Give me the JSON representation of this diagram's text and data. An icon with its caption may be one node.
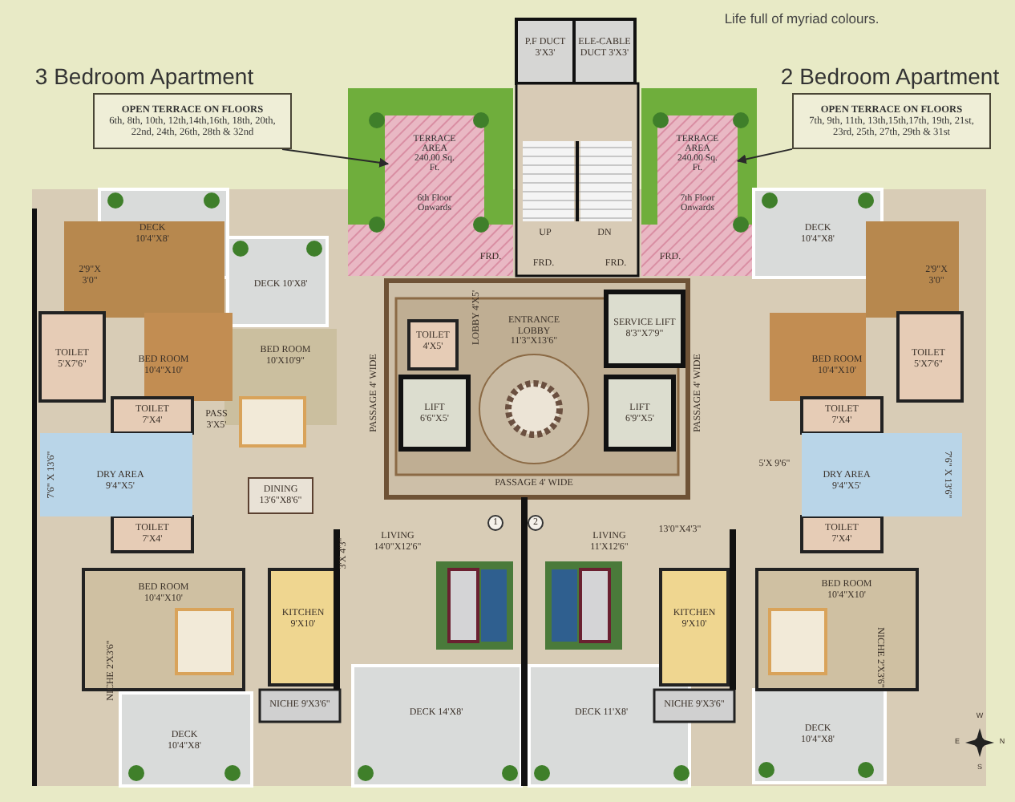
{
  "diagram": {
    "nodes": [
      {
        "text": [
          "OPEN TERRACE ON FLOORS",
          "6th, 8th, 10th, 12th,14th,16th, 18th, 20th, 22nd, 24th, 26th, 28th & 32nd"
        ]
      },
      {
        "text": [
          "TERRACE AREA 240.00 Sq. Ft.",
          "6th Floor Onwards"
        ]
      },
      {
        "text": [
          "TERRACE AREA 240.00 Sq. Ft.",
          "7th Floor Onwards"
        ]
      },
      {
        "text": [
          "OPEN TERRACE ON FLOORS",
          "7th, 9th, 11th, 13th,15th,17th, 19th, 21st, 23rd, 25th, 27th, 29th & 31st"
        ]
      }
    ],
    "edges": [
      {
        "from": 0,
        "to": 1,
        "arrow": "to"
      },
      {
        "from": 3,
        "to": 2,
        "arrow": "to"
      }
    ],
    "labels": [
      "Life full of myriad colours.",
      "3 Bedroom Apartment",
      "2 Bedroom Apartment",
      "P.F DUCT 3'X3'",
      "ELE-CABLE DUCT 3'X3'",
      "UP",
      "DN",
      "FRD.",
      "FRD.",
      "FRD.",
      "FRD.",
      "DECK 10'4\"X8'",
      "DECK 10'4\"X8'",
      "2'9\"X 3'0\"",
      "DECK 10'X8'",
      "2'9\"X 3'0\"",
      "TOILET 5'X7'6\"",
      "BED ROOM 10'4\"X10'",
      "BED ROOM 10'X10'9\"",
      "TOILET 4'X5'",
      "LOBBY 4'X5'",
      "ENTRANCE LOBBY 11'3\"X13'6\"",
      "SERVICE LIFT 8'3\"X7'9\"",
      "BED ROOM 10'4\"X10'",
      "TOILET 5'X7'6\"",
      "TOILET 7'X4'",
      "PASS 3'X5'",
      "PASSAGE 4' WIDE",
      "LIFT 6'6\"X5'",
      "LIFT 6'9\"X5'",
      "PASSAGE 4' WIDE",
      "TOILET 7'X4'",
      "7'6\" X 13'6\"",
      "DRY AREA 9'4\"X5'",
      "DINING 13'6\"X8'6\"",
      "PASSAGE 4' WIDE",
      "5'X 9'6\"",
      "DRY AREA 9'4\"X5'",
      "7'6\" X 13'6\"",
      "TOILET 7'X4'",
      "3'X 4'3\"",
      "LIVING 14'0\"X12'6\"",
      "1",
      "2",
      "LIVING 11'X12'6\"",
      "13'0\"X4'3\"",
      "TOILET 7'X4'",
      "BED ROOM 10'4\"X10'",
      "KITCHEN 9'X10'",
      "KITCHEN 9'X10'",
      "BED ROOM 10'4\"X10'",
      "NICHE 2'X3'6\"",
      "NICHE 2'X3'6\"",
      "NICHE 9'X3'6\"",
      "DECK 14'X8'",
      "DECK 11'X8'",
      "NICHE 9'X3'6\"",
      "DECK 10'4\"X8'",
      "DECK 10'4\"X8'",
      "W",
      "E",
      "N",
      "S"
    ]
  }
}
